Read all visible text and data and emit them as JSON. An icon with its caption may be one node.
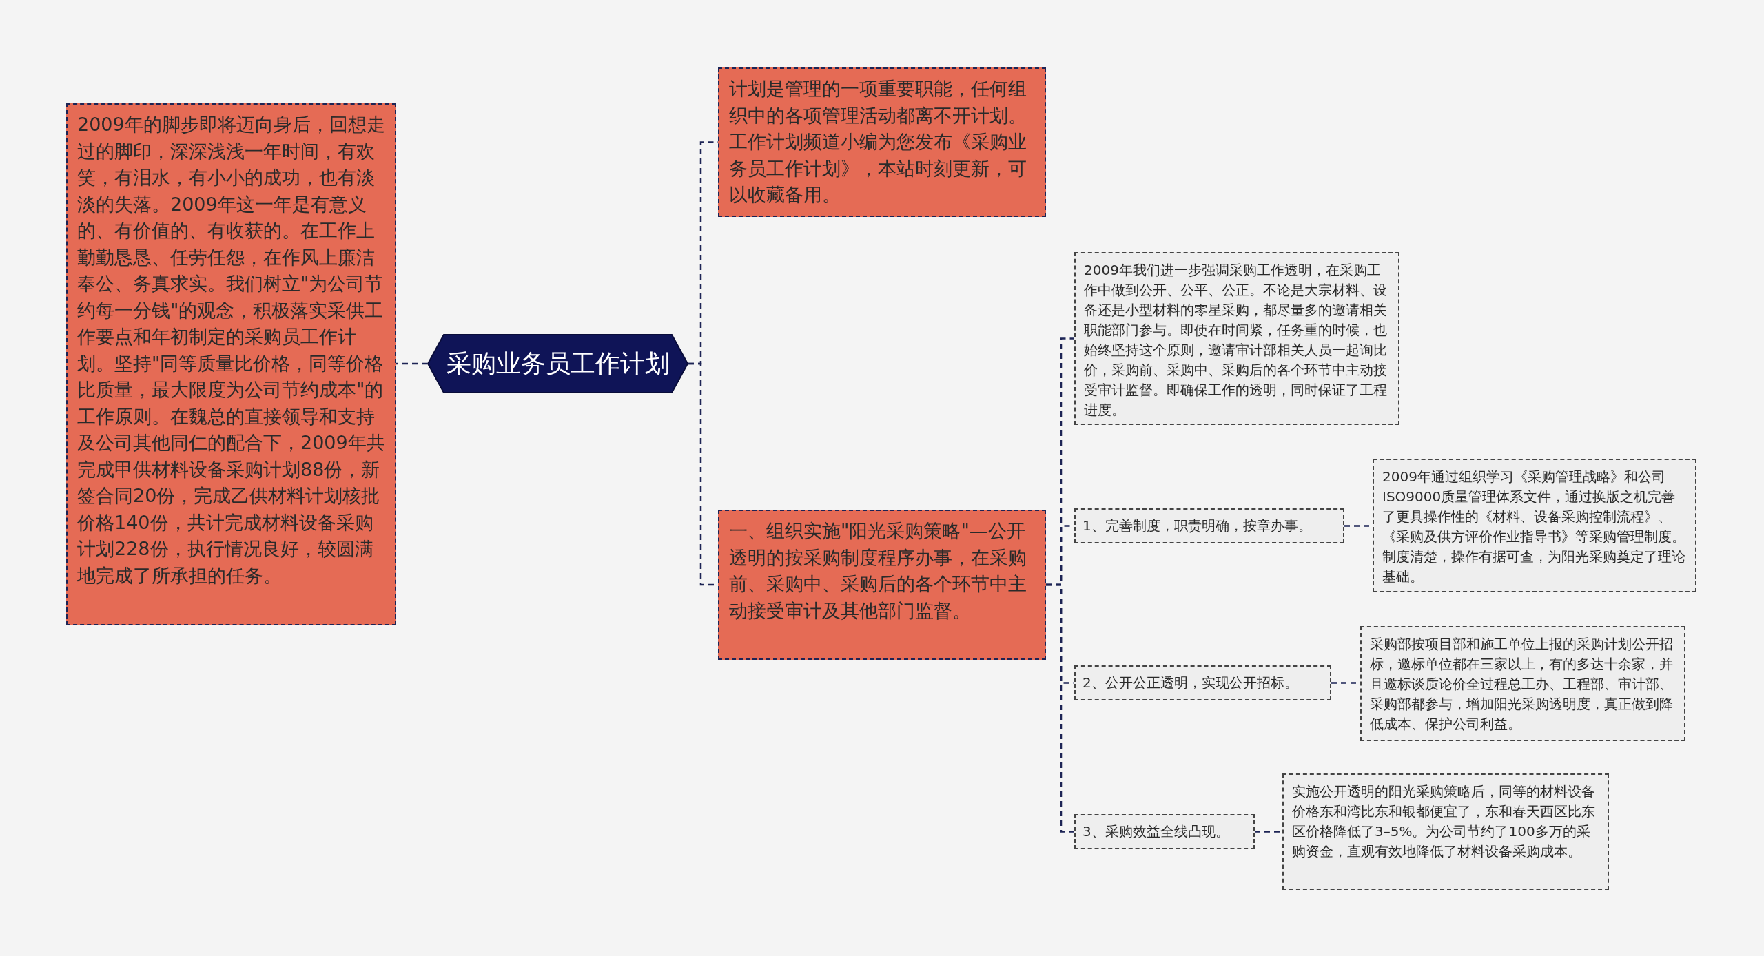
{
  "diagram": {
    "nodes": [
      {
        "text": [
          "采购业务员工作计划"
        ]
      },
      {
        "text": [
          "2009年的脚步即将迈向身后，回想走过的脚印，深深浅浅一年时间，有欢笑，有泪水，有小小的成功，也有淡淡的失落。2009年这一年是有意义的、有价值的、有收获的。在工作上勤勤恳恳、任劳任怨，在作风上廉洁奉公、务真求实。我们树立\"为公司节约每一分钱\"的观念，积极落实采供工作要点和年初制定的采购员工作计划。坚持\"同等质量比价格，同等价格比质量，最大限度为公司节约成本\"的工作原则。在魏总的直接领导和支持及公司其他同仁的配合下，2009年共完成甲供材料设备采购计划88份，新签合同20份，完成乙供材料计划核批价格140份，共计完成材料设备采购计划228份，执行情况良好，较圆满地完成了所承担的任务。"
        ]
      },
      {
        "text": [
          "计划是管理的一项重要职能，任何组织中的各项管理活动都离不开计划。工作计划频道小编为您发布《采购业务员工作计划》，本站时刻更新，可以收藏备用。"
        ]
      },
      {
        "text": [
          "一、组织实施\"阳光采购策略\"—公开透明的按采购制度程序办事，在采购前、采购中、采购后的各个环节中主动接受审计及其他部门监督。"
        ]
      },
      {
        "text": [
          "2009年我们进一步强调采购工作透明，在采购工作中做到公开、公平、公正。不论是大宗材料、设备还是小型材料的零星采购，都尽量多的邀请相关职能部门参与。即使在时间紧，任务重的时候，也始终坚持这个原则，邀请审计部相关人员一起询比价，采购前、采购中、采购后的各个环节中主动接受审计监督。即确保工作的透明，同时保证了工程进度。"
        ]
      },
      {
        "text": [
          "1、完善制度，职责明确，按章办事。"
        ]
      },
      {
        "text": [
          "2009年通过组织学习《采购管理战略》和公司ISO9000质量管理体系文件，通过换版之机完善了更具操作性的《材料、设备采购控制流程》、《采购及供方评价作业指导书》等采购管理制度。制度清楚，操作有据可查，为阳光采购奠定了理论基础。"
        ]
      },
      {
        "text": [
          "2、公开公正透明，实现公开招标。"
        ]
      },
      {
        "text": [
          "采购部按项目部和施工单位上报的采购计划公开招标，邀标单位都在三家以上，有的多达十余家，并且邀标谈质论价全过程总工办、工程部、审计部、采购部都参与，增加阳光采购透明度，真正做到降低成本、保护公司利益。"
        ]
      },
      {
        "text": [
          "3、采购效益全线凸现。"
        ]
      },
      {
        "text": [
          "实施公开透明的阳光采购策略后，同等的材料设备价格东和湾比东和银都便宜了，东和春天西区比东区价格降低了3–5%。为公司节约了100多万的采购资金，直观有效地降低了材料设备采购成本。"
        ]
      }
    ],
    "edges": [
      {
        "from": 0,
        "to": 1,
        "arrow": "none"
      },
      {
        "from": 0,
        "to": 2,
        "arrow": "none"
      },
      {
        "from": 0,
        "to": 3,
        "arrow": "none"
      },
      {
        "from": 3,
        "to": 4,
        "arrow": "none"
      },
      {
        "from": 3,
        "to": 5,
        "arrow": "none"
      },
      {
        "from": 3,
        "to": 7,
        "arrow": "none"
      },
      {
        "from": 3,
        "to": 9,
        "arrow": "none"
      },
      {
        "from": 5,
        "to": 6,
        "arrow": "none"
      },
      {
        "from": 7,
        "to": 8,
        "arrow": "none"
      },
      {
        "from": 9,
        "to": 10,
        "arrow": "none"
      }
    ]
  }
}
